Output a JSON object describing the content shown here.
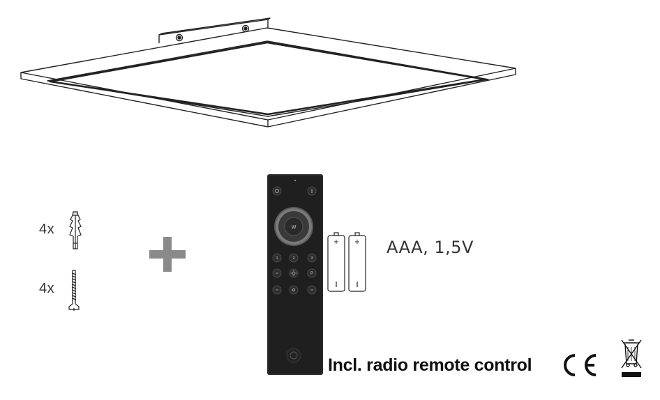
{
  "accessories": {
    "dowel_qty": "4x",
    "screw_qty": "4x"
  },
  "remote": {
    "button_labels": [
      "W",
      "1",
      "2",
      "3",
      "P"
    ]
  },
  "batteries": {
    "label": "AAA, 1,5V",
    "plus_sign": "+"
  },
  "caption": "Incl. radio remote control",
  "colors": {
    "line": "#222222",
    "plus": "#8a8a8a",
    "remote_body": "#1f1f1f"
  }
}
